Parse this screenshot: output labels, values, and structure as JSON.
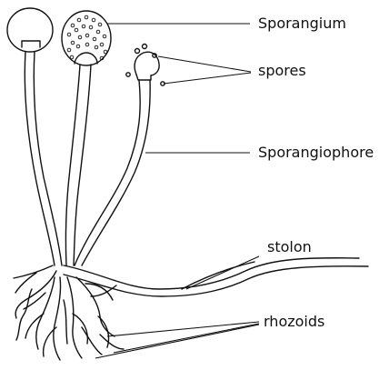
{
  "labels": {
    "sporangium": "Sporangium",
    "spores": "spores",
    "sporangiophore": "Sporangiophore",
    "stolon": "stolon",
    "rhozoids": "rhozoids"
  },
  "colors": {
    "line": "#111111",
    "background": "#ffffff"
  }
}
